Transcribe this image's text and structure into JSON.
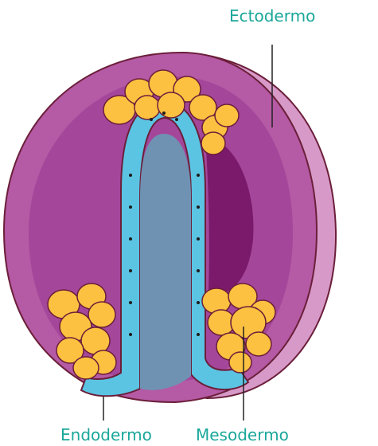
{
  "labels": {
    "ectoderm": "Ectodermo",
    "endoderm": "Endodermo",
    "mesoderm": "Mesodermo"
  },
  "colors": {
    "label_text": "#1aa79a",
    "leader_line": "#222222",
    "outline": "#6b1f3a",
    "ectoderm_outer": "#d79ac8",
    "ectoderm_cells": "#b55aa4",
    "blastocoel": "#a4479b",
    "dark_cavity": "#7b1a6b",
    "endoderm_cells": "#5bc4e3",
    "archenteron": "#6f92b2",
    "mesoderm_cells": "#fcc140",
    "nucleus": "#1d1d1d"
  }
}
